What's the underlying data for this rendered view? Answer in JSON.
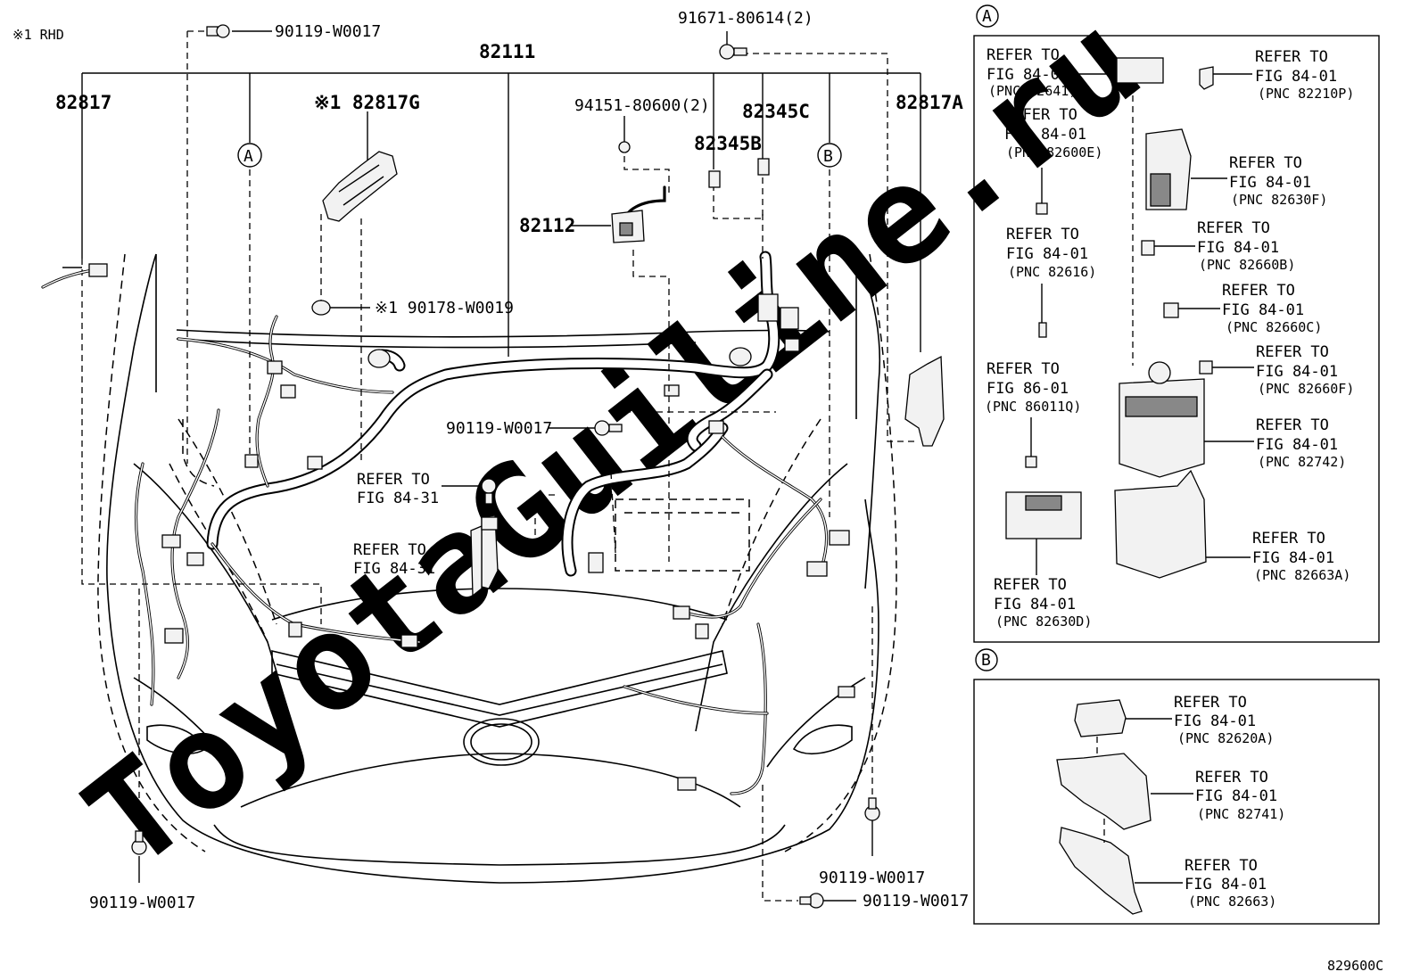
{
  "header": {
    "note": "※1 RHD",
    "figure_code": "829600C",
    "watermark": "ToyotaGuiline.ru"
  },
  "inset_labels": {
    "a": "A",
    "b": "B"
  },
  "callouts": {
    "a": "A",
    "b": "B",
    "harness_main": "82111",
    "harness_left": "82817",
    "cover_g": "※1 82817G",
    "cover_a": "82817A",
    "clamp_c": "82345C",
    "clamp_b": "82345B",
    "harness_82112": "82112",
    "bolt_94151": "94151-80600(2)",
    "bolt_91671": "91671-80614(2)",
    "bolt_top": "90119-W0017",
    "clip_90178": "※1 90178-W0019",
    "bolt_center": "90119-W0017",
    "bolt_bottom_left": "90119-W0017",
    "bolt_bottom_right_a": "90119-W0017",
    "bolt_bottom_right_b": "90119-W0017",
    "refer_bracket_a_1": "REFER TO",
    "refer_bracket_a_2": "FIG 84-31",
    "refer_bracket_b_1": "REFER TO",
    "refer_bracket_b_2": "FIG 84-31"
  },
  "inset_a_refs": [
    {
      "l1": "REFER TO",
      "l2": "FIG 84-01",
      "pnc": "(PNC 82641)"
    },
    {
      "l1": "REFER TO",
      "l2": "FIG 84-01",
      "pnc": "(PNC 82210P)"
    },
    {
      "l1": "REFER TO",
      "l2": "FIG 84-01",
      "pnc": "(PNC 82600E)"
    },
    {
      "l1": "REFER TO",
      "l2": "FIG 84-01",
      "pnc": "(PNC 82630F)"
    },
    {
      "l1": "REFER TO",
      "l2": "FIG 84-01",
      "pnc": "(PNC 82616)"
    },
    {
      "l1": "REFER TO",
      "l2": "FIG 84-01",
      "pnc": "(PNC 82660B)"
    },
    {
      "l1": "REFER TO",
      "l2": "FIG 84-01",
      "pnc": "(PNC 82660C)"
    },
    {
      "l1": "REFER TO",
      "l2": "FIG 86-01",
      "pnc": "(PNC 86011Q)"
    },
    {
      "l1": "REFER TO",
      "l2": "FIG 84-01",
      "pnc": "(PNC 82660F)"
    },
    {
      "l1": "REFER TO",
      "l2": "FIG 84-01",
      "pnc": "(PNC 82742)"
    },
    {
      "l1": "REFER TO",
      "l2": "FIG 84-01",
      "pnc": "(PNC 82663A)"
    },
    {
      "l1": "REFER TO",
      "l2": "FIG 84-01",
      "pnc": "(PNC 82630D)"
    }
  ],
  "inset_b_refs": [
    {
      "l1": "REFER TO",
      "l2": "FIG 84-01",
      "pnc": "(PNC 82620A)"
    },
    {
      "l1": "REFER TO",
      "l2": "FIG 84-01",
      "pnc": "(PNC 82741)"
    },
    {
      "l1": "REFER TO",
      "l2": "FIG 84-01",
      "pnc": "(PNC 82663)"
    }
  ]
}
